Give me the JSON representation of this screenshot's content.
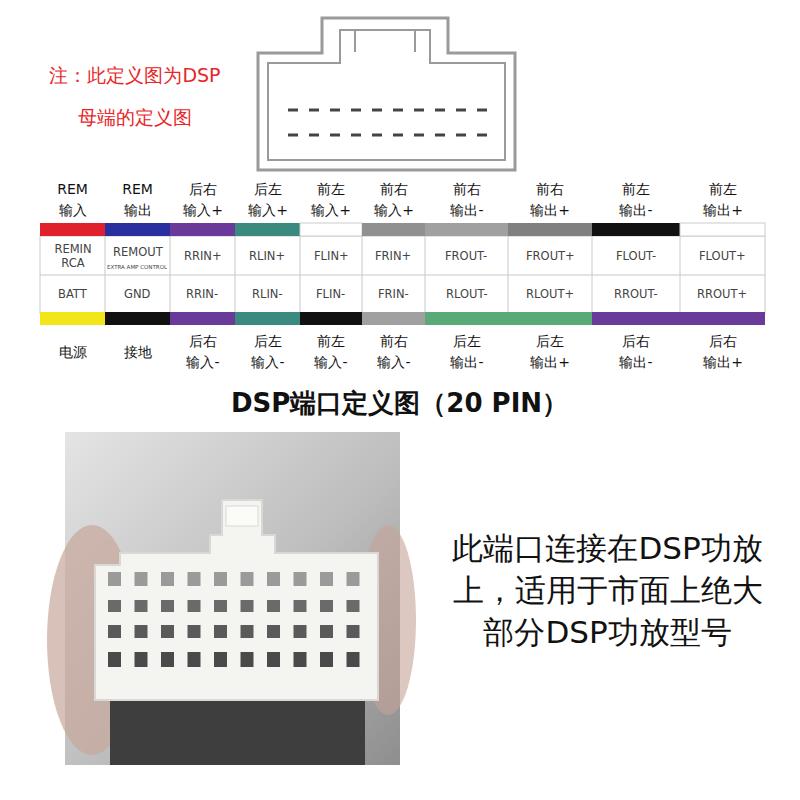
{
  "diagram": {
    "title": "DSP端口定义图（20 PIN）",
    "labels": [
      "注：此定义图为DSP 母端的定义图",
      "REM 输入",
      "REM 输出",
      "后右 输入+",
      "后左 输入+",
      "前左 输入+",
      "前右 输入+",
      "前右 输出-",
      "前右 输出+",
      "前左 输出-",
      "前左 输出+",
      "REMIN RCA",
      "REMOUT",
      "EXTRA AMP CONTROL",
      "RRIN+",
      "RLIN+",
      "FLIN+",
      "FRIN+",
      "FROUT-",
      "FROUT+",
      "FLOUT-",
      "FLOUT+",
      "BATT",
      "GND",
      "RRIN-",
      "RLIN-",
      "FLIN-",
      "FRIN-",
      "RLOUT-",
      "RLOUT+",
      "RROUT-",
      "RROUT+",
      "电源",
      "接地",
      "后右 输入-",
      "后左 输入-",
      "前左 输入-",
      "前右 输入-",
      "后左 输出-",
      "后左 输出+",
      "后右 输出-",
      "后右 输出+",
      "此端口连接在DSP功放 上，适用于市面上绝大 部分DSP功放型号"
    ]
  }
}
